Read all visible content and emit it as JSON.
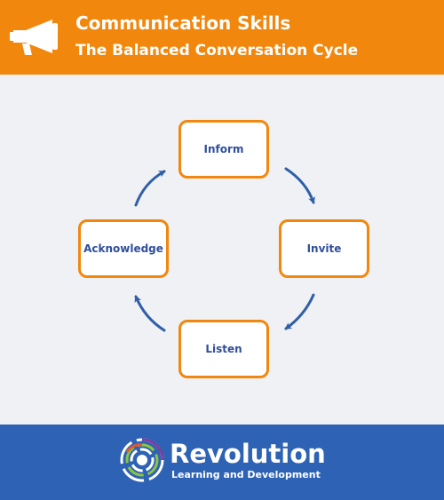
{
  "header": {
    "title": "Communication Skills",
    "subtitle": "The Balanced Conversation Cycle",
    "icon": "megaphone-icon"
  },
  "diagram": {
    "nodes": [
      "Inform",
      "Invite",
      "Listen",
      "Acknowledge"
    ]
  },
  "footer": {
    "brand": "Revolution",
    "tagline": "Learning and Development",
    "logo_icon": "revolution-logo-icon"
  },
  "colors": {
    "header_background": "#f2870d",
    "node_border": "#f2870d",
    "node_text": "#2f4f9c",
    "arrow": "#2f5fa8",
    "footer_background": "#2e62b5",
    "page_background": "#f0f1f4"
  }
}
